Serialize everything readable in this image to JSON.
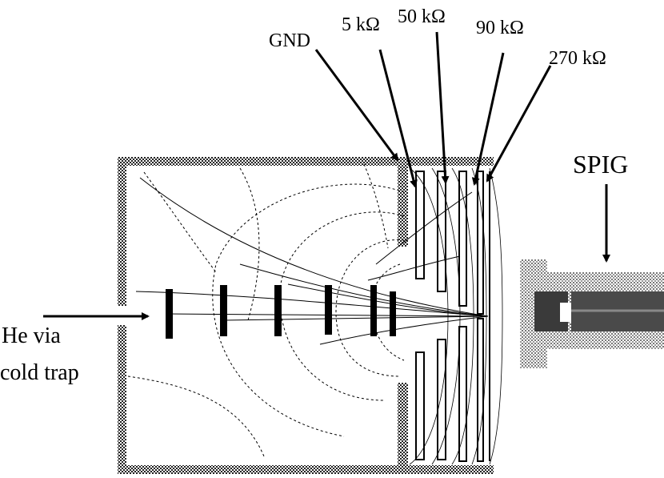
{
  "labels": {
    "gnd": "GND",
    "r1": "5 kΩ",
    "r2": "50 kΩ",
    "r3": "90 kΩ",
    "r4": "270 kΩ",
    "spig": "SPIG",
    "inlet_line1": "He via",
    "inlet_line2": "cold trap"
  },
  "colors": {
    "ink": "#000000",
    "wall": "#4a4a4a",
    "spig_light": "#bdbdbd",
    "spig_dark": "#5a5a5a"
  }
}
